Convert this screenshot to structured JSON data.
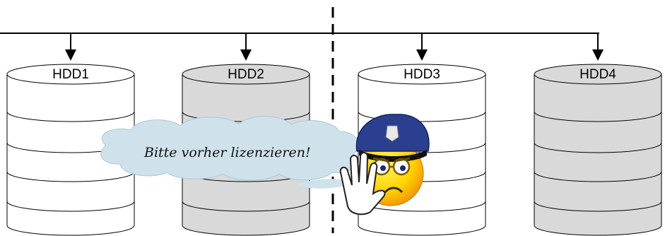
{
  "disks": [
    {
      "label": "HDD1",
      "fill": "#ffffff"
    },
    {
      "label": "HDD2",
      "fill": "#d9d9d9"
    },
    {
      "label": "HDD3",
      "fill": "#ffffff"
    },
    {
      "label": "HDD4",
      "fill": "#d9d9d9"
    }
  ],
  "speech_bubble": {
    "text": "Bitte vorher lizenzieren!"
  },
  "mascot": {
    "icon": "police-smiley-icon"
  },
  "colors": {
    "line": "#000000",
    "bubble": "#cfe2ec",
    "bubble_text": "#111111"
  }
}
